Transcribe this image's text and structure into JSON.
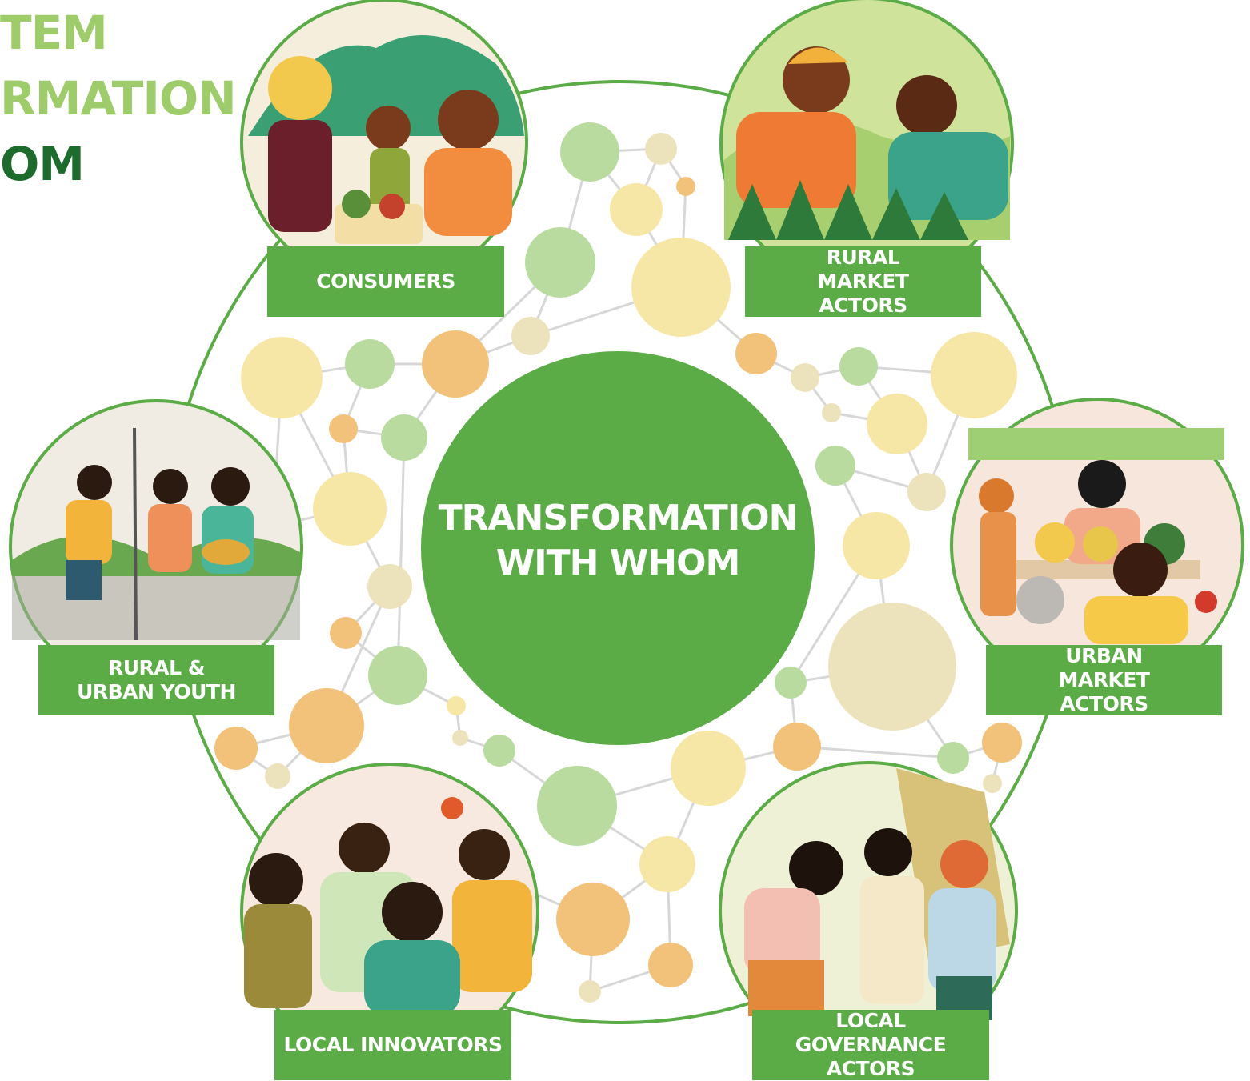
{
  "heading": {
    "line1": "TEM",
    "line2": "RMATION",
    "line3": "OM"
  },
  "center": {
    "line1": "TRANSFORMATION",
    "line2": "WITH WHOM"
  },
  "groups": [
    {
      "label": "CONSUMERS",
      "icon": "consumers-illustration-icon"
    },
    {
      "label": "RURAL MARKET ACTORS",
      "icon": "rural-market-illustration-icon"
    },
    {
      "label": "URBAN MARKET ACTORS",
      "icon": "urban-market-illustration-icon"
    },
    {
      "label": "LOCAL GOVERNANCE ACTORS",
      "icon": "governance-illustration-icon"
    },
    {
      "label": "LOCAL INNOVATORS",
      "icon": "innovators-illustration-icon"
    },
    {
      "label": "RURAL & URBAN YOUTH",
      "icon": "youth-illustration-icon"
    }
  ],
  "colors": {
    "primary_green": "#5bab46",
    "dark_green": "#1e6b2e",
    "light_green_heading": "#9fcc6a",
    "node_green": "#b9dba0",
    "node_yellow": "#f7e7a6",
    "node_orange": "#f3c27a",
    "node_beige": "#ece3bd",
    "edge_gray": "#d7d7d7"
  }
}
